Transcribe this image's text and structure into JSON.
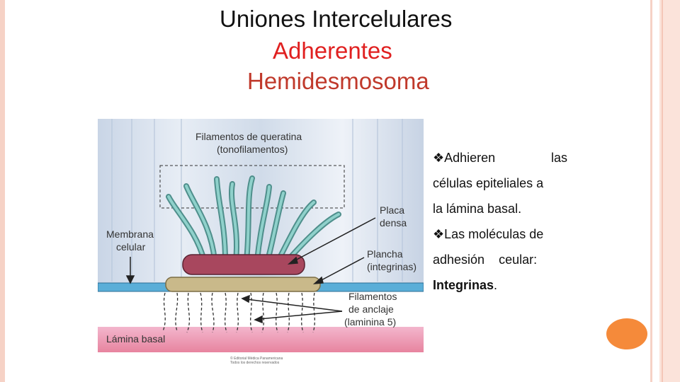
{
  "slide": {
    "title": "Uniones Intercelulares",
    "subtitle1": "Adherentes",
    "subtitle2": "Hemidesmosoma",
    "bullets": [
      {
        "marker": "❖",
        "line1_a": "Adhieren",
        "line1_b": "las",
        "line2": "células epiteliales a",
        "line3": "la lámina basal."
      },
      {
        "marker": "❖",
        "line1": "Las moléculas de",
        "line2_a": "adhesión",
        "line2_b": "ceular:",
        "line3_bold": "Integrinas",
        "line3_end": "."
      }
    ],
    "accent_orb": "#f58a3a"
  },
  "figure": {
    "labels": {
      "filamentos_queratina": "Filamentos de queratina",
      "tonofilamentos": "(tonofilamentos)",
      "placa": "Placa",
      "densa": "densa",
      "membrana": "Membrana",
      "celular": "celular",
      "plancha": "Plancha",
      "integrinas": "(integrinas)",
      "filamentos_anclaje1": "Filamentos",
      "filamentos_anclaje2": "de anclaje",
      "filamentos_anclaje3": "(laminina 5)",
      "lamina_basal": "Lámina basal"
    },
    "credit_line1": "© Editorial Médica Panamericana",
    "credit_line2": "Todos los derechos reservados",
    "colors": {
      "plaque": "#a8475e",
      "plancha": "#c9b98a",
      "membrane": "#5aaed8",
      "filaments": "#6fb9b4",
      "lamina": "#e98fb4"
    }
  }
}
